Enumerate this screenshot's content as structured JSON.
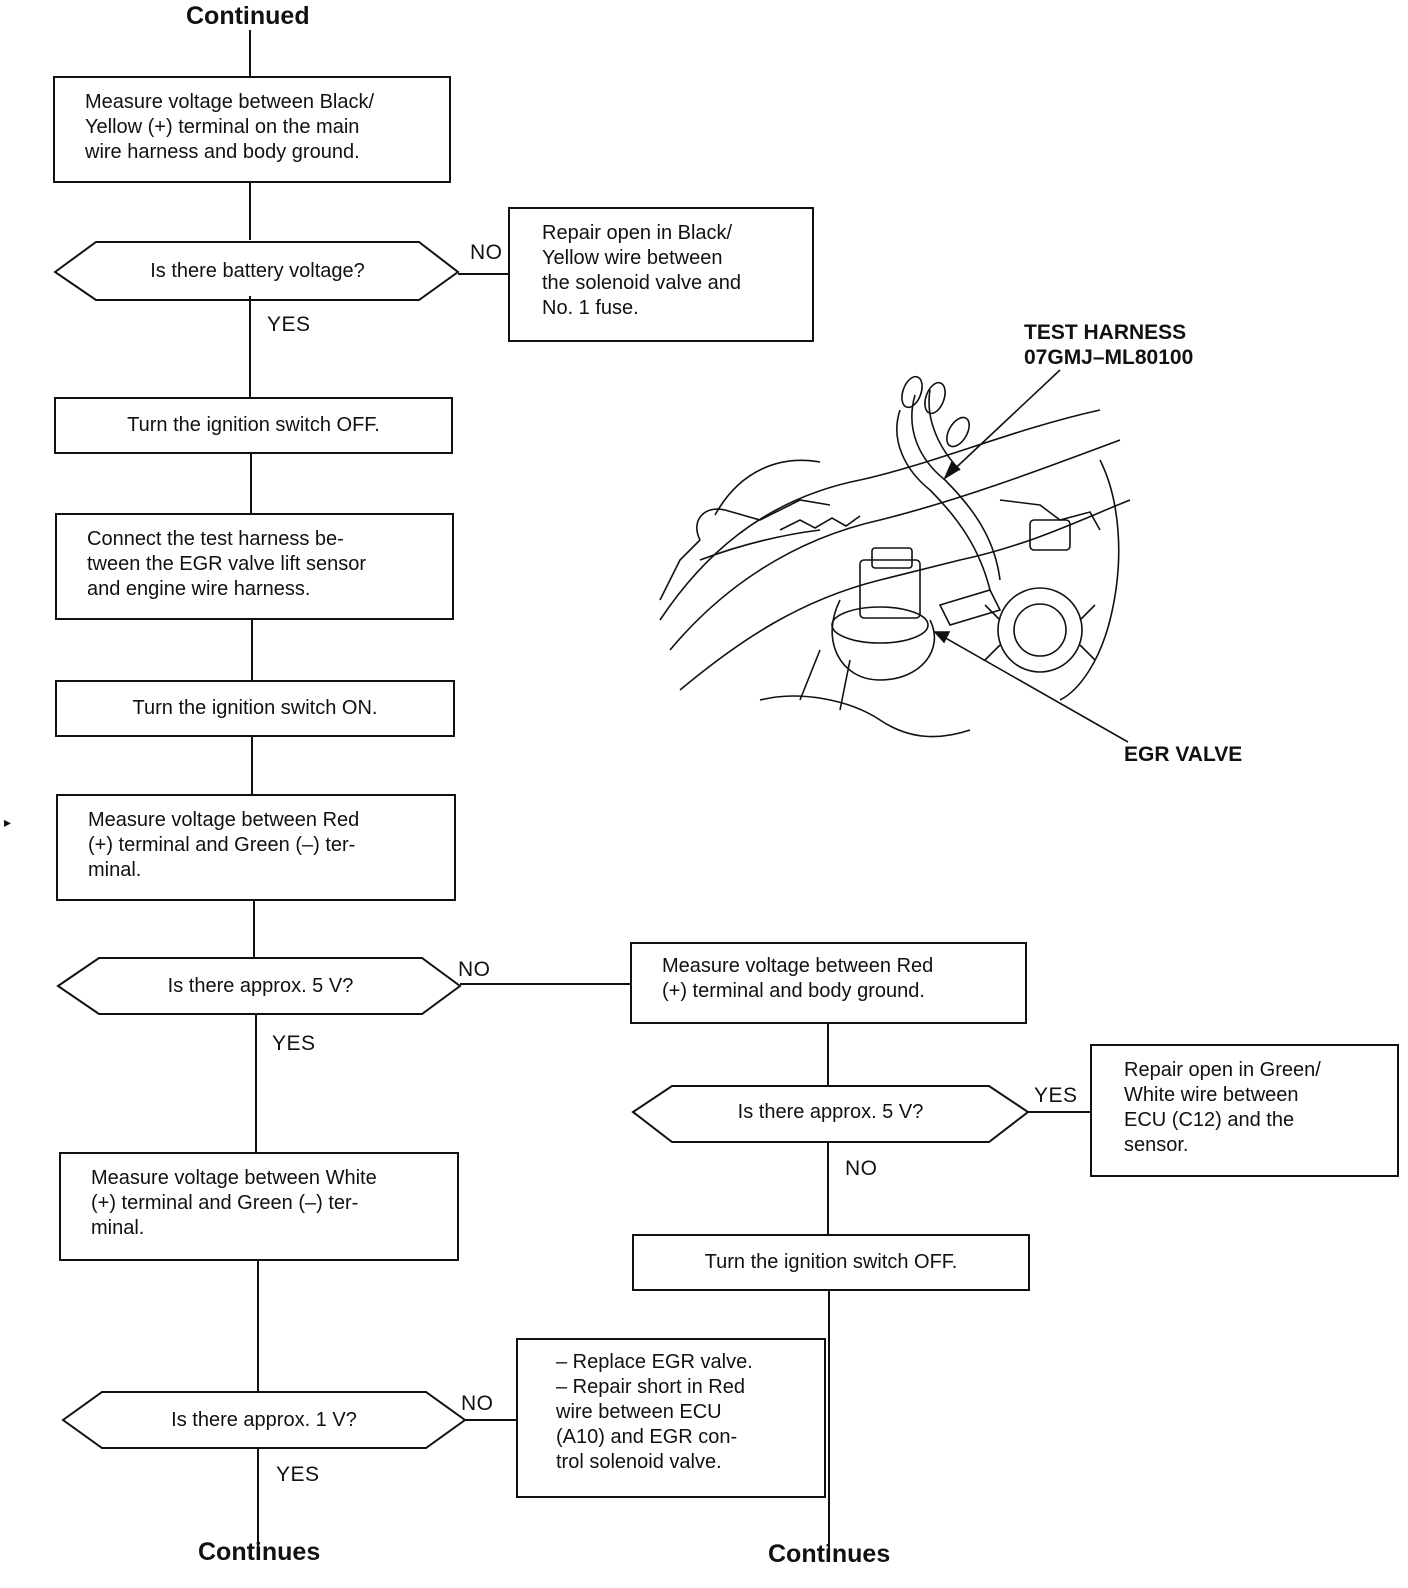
{
  "heading_top": "Continued",
  "heading_bottom_left": "Continues",
  "heading_bottom_right": "Continues",
  "steps": {
    "measure_black_yellow": "Measure voltage between Black/\nYellow (+) terminal on the main\nwire harness and body ground.",
    "battery_question": "Is there battery voltage?",
    "repair_black_yellow": "Repair open in Black/\nYellow wire between\nthe solenoid valve and\nNo. 1 fuse.",
    "ignition_off_1": "Turn the ignition switch OFF.",
    "connect_harness": "Connect the test harness be-\ntween the EGR valve lift sensor\nand engine wire harness.",
    "ignition_on": "Turn the ignition switch ON.",
    "measure_red_green": "Measure voltage between Red\n(+) terminal and Green (–) ter-\nminal.",
    "q_5v_left": "Is there approx. 5 V?",
    "measure_red_ground": "Measure voltage between Red\n(+) terminal and body ground.",
    "q_5v_right": "Is there approx. 5 V?",
    "repair_green_white": "Repair open in Green/\nWhite wire between\nECU (C12) and the\nsensor.",
    "ignition_off_2": "Turn the ignition switch OFF.",
    "measure_white_green": "Measure voltage between White\n(+) terminal and Green (–) ter-\nminal.",
    "q_1v": "Is there approx. 1 V?",
    "replace_repair": "– Replace EGR valve.\n– Repair short in Red\n   wire between ECU\n   (A10) and EGR con-\n   trol solenoid valve."
  },
  "labels": {
    "yes": "YES",
    "no": "NO"
  },
  "illustration": {
    "test_harness_label": "TEST HARNESS\n07GMJ–ML80100",
    "egr_valve_label": "EGR VALVE"
  },
  "margin_marker": "▸"
}
